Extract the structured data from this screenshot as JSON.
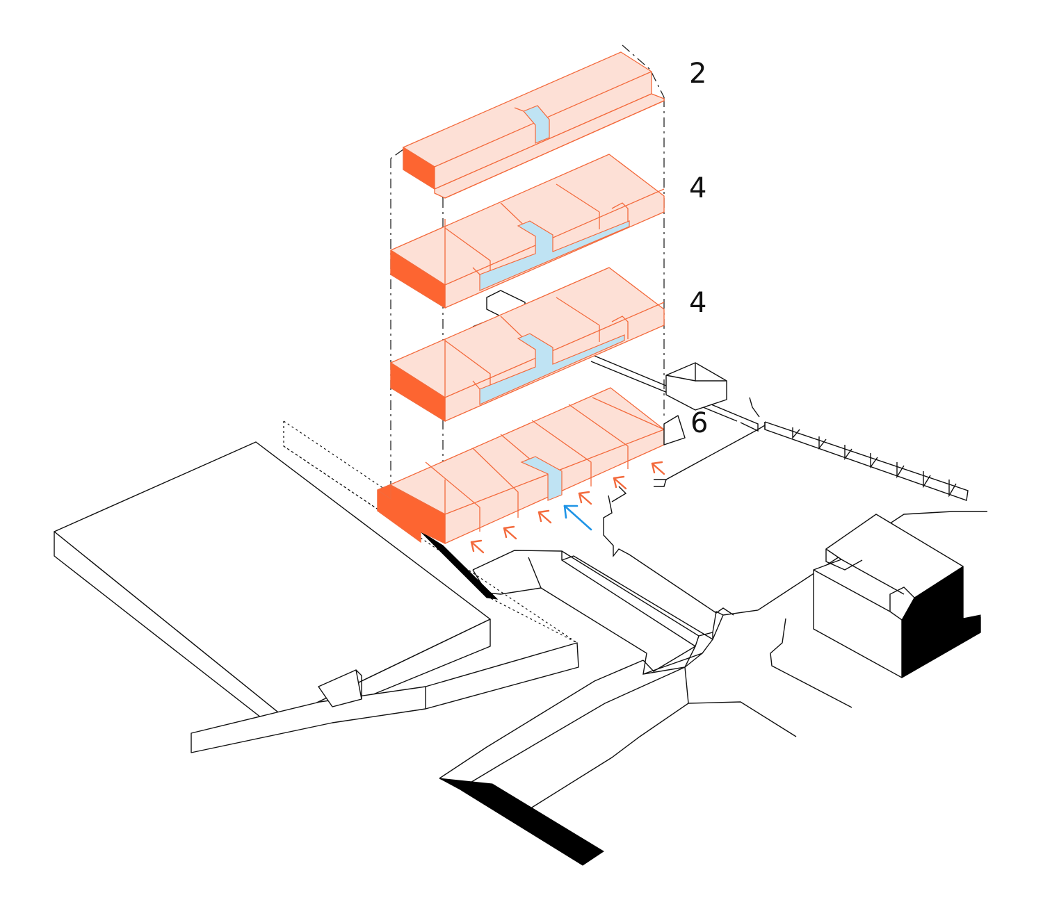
{
  "floor_labels": {
    "top": "2",
    "second": "4",
    "third": "4",
    "ground": "6"
  },
  "colors": {
    "unit_fill": "#fde0d6",
    "unit_stroke": "#f36a3c",
    "end_face": "#fd6531",
    "circulation_core": "#bfe3f3",
    "entrance_arrow": "#f36a3c",
    "main_entrance_arrow": "#1f94e6",
    "context_line": "#111111",
    "shadow": "#000000"
  }
}
